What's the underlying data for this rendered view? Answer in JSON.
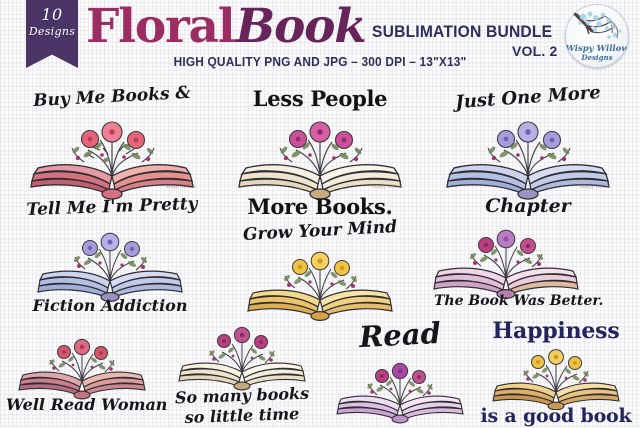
{
  "header": {
    "badge": {
      "count": "10",
      "label": "Designs"
    },
    "title_word1": "Floral",
    "title_word2": "Book",
    "subtitle": "SUBLIMATION BUNDLE",
    "volume": "VOL. 2",
    "specs": "HIGH QUALITY PNG AND JPG – 300 DPI – 13\"X13\"",
    "logo": {
      "line1": "Wispy Willow",
      "line2": "Designs",
      "icon": "willow-tree-icon"
    }
  },
  "colors": {
    "title_floral": "#9c2d63",
    "title_book": "#66245a",
    "subtitle_navy": "#2e2f58",
    "ribbon_purple": "#4a3566",
    "logo_blue": "#3f6f99",
    "background": "#fcfcfd"
  },
  "designs": [
    {
      "id": "buy-me-books",
      "line1": "Buy Me Books &",
      "line2": "Tell Me I'm Pretty",
      "style": "script",
      "book_color": "#e39aa2",
      "flower_color": "#e8637a"
    },
    {
      "id": "less-people",
      "line1": "Less People",
      "line2": "More Books.",
      "style": "serif",
      "book_color": "#f2ead9",
      "flower_color": "#cc4f99"
    },
    {
      "id": "just-one-more",
      "line1": "Just One More",
      "line2": "Chapter",
      "style": "script",
      "book_color": "#b9bde4",
      "flower_color": "#9a95d6"
    },
    {
      "id": "fiction-addiction",
      "line1": "",
      "line2": "Fiction Addiction",
      "style": "script",
      "book_color": "#b8c4e6",
      "flower_color": "#9a95d6"
    },
    {
      "id": "grow-your-mind",
      "line1": "Grow Your Mind",
      "line2": "",
      "style": "script",
      "book_color": "#f2cf72",
      "flower_color": "#efc243"
    },
    {
      "id": "book-was-better",
      "line1": "",
      "line2": "The Book Was Better.",
      "style": "script",
      "book_color": "#e6b9d8",
      "flower_color": "#b8407f"
    },
    {
      "id": "well-read-woman",
      "line1": "",
      "line2": "Well Read Woman",
      "style": "script",
      "book_color": "#d79ba6",
      "flower_color": "#d4566e"
    },
    {
      "id": "so-many-books",
      "line1": "So many books",
      "line2": "so little time",
      "style": "script",
      "book_color": "#efe6d2",
      "flower_color": "#b8407f"
    },
    {
      "id": "read",
      "line1": "Read",
      "line2": "",
      "style": "script",
      "book_color": "#d9b8e0",
      "flower_color": "#a849a8"
    },
    {
      "id": "happiness",
      "line1": "Happiness",
      "line2": "is a good book",
      "style": "navy",
      "book_color": "#ddb574",
      "flower_color": "#efc243"
    }
  ]
}
